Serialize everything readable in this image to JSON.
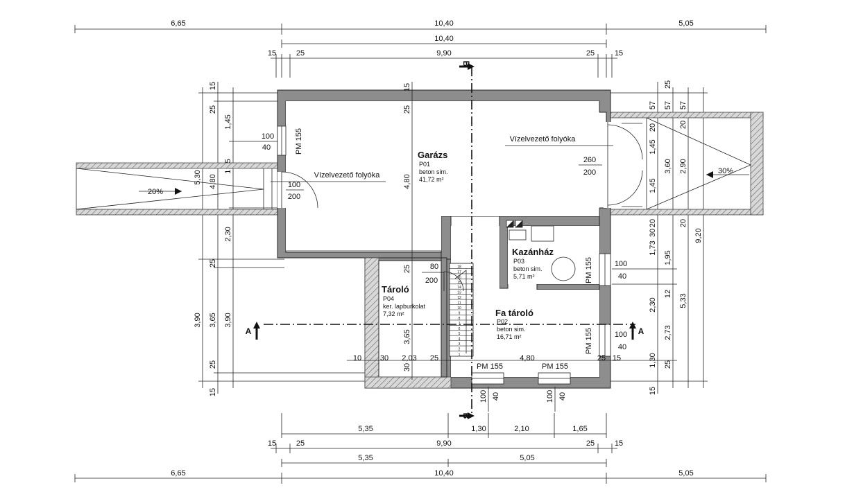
{
  "dimensions": {
    "top_total": [
      "6,65",
      "10,40",
      "5,05"
    ],
    "top_second": "10,40",
    "top_third": [
      "15",
      "25",
      "9,90",
      "25",
      "15"
    ],
    "bottom_first": [
      "5,35",
      "1,30",
      "2,10",
      "1,65"
    ],
    "bottom_second": [
      "15",
      "25",
      "9,90",
      "25",
      "15"
    ],
    "bottom_third": [
      "5,35",
      "5,05"
    ],
    "bottom_total": [
      "6,65",
      "10,40",
      "5,05"
    ],
    "left_outer": [
      "5,30",
      "3,90"
    ],
    "left_middle": [
      "15",
      "25",
      "4,80",
      "25",
      "3,65",
      "25",
      "15"
    ],
    "left_inner": [
      "1,45",
      "1,55",
      "2,30",
      "3,90"
    ],
    "right_inner": [
      "57",
      "25",
      "20",
      "1,45",
      "1,45",
      "20",
      "30",
      "1,73",
      "2,30",
      "1,30",
      "25",
      "15"
    ],
    "right_mid": [
      "57",
      "3,60",
      "20",
      "1,95",
      "12",
      "2,73",
      "25"
    ],
    "right_outer": [
      "2,90",
      "5,33"
    ],
    "right_total": "9,20",
    "interior": {
      "garage_width": "4,80",
      "garage_top": "25",
      "garage_top2": "15",
      "stair_height": "3,65",
      "stair_25": "25",
      "stair_30": "30",
      "fa_width": "4,80",
      "taroló_row": [
        "10",
        "30",
        "2,03",
        "25"
      ],
      "fa_row_right": [
        "25",
        "15"
      ]
    }
  },
  "rooms": {
    "garage": {
      "name": "Garázs",
      "code": "P01",
      "floor": "beton sim.",
      "area": "41,72 m²"
    },
    "boiler": {
      "name": "Kazánház",
      "code": "P03",
      "floor": "beton sim.",
      "area": "5,71 m²"
    },
    "storage": {
      "name": "Tároló",
      "code": "P04",
      "floor": "ker. lapburkolat",
      "area": "7,32 m²"
    },
    "wood": {
      "name": "Fa tároló",
      "code": "P02",
      "floor": "beton sim.",
      "area": "16,71 m²"
    }
  },
  "openings": {
    "garage_window": {
      "tag": "PM 155",
      "w": "100",
      "h": "40"
    },
    "garage_door_left": {
      "w": "100",
      "h": "200"
    },
    "garage_door_right": {
      "w": "260",
      "h": "200"
    },
    "boiler_window": {
      "tag": "PM 155",
      "w": "100",
      "h": "40"
    },
    "wood_window_right": {
      "tag": "PM 155",
      "w": "100",
      "h": "40"
    },
    "stair_door": {
      "w": "80",
      "h": "200"
    },
    "bottom_window_1": {
      "tag": "PM 155",
      "w": "100",
      "h": "40"
    },
    "bottom_window_2": {
      "tag": "PM 155",
      "w": "100",
      "h": "40"
    }
  },
  "ramps": {
    "left": {
      "label": "Vízelvezető folyóka",
      "slope": "20%"
    },
    "right": {
      "label": "Vízelvezető folyóka",
      "slope": "30%"
    }
  },
  "section_marks": {
    "a": "A",
    "b": "B"
  },
  "stair_numbers": [
    "1",
    "2",
    "3",
    "4",
    "5",
    "6",
    "7",
    "8",
    "9",
    "10",
    "11",
    "12",
    "13",
    "14",
    "15",
    "16",
    "17",
    "18"
  ],
  "style": {
    "wall_color": "#8d8d8d",
    "line_color": "#222222"
  }
}
